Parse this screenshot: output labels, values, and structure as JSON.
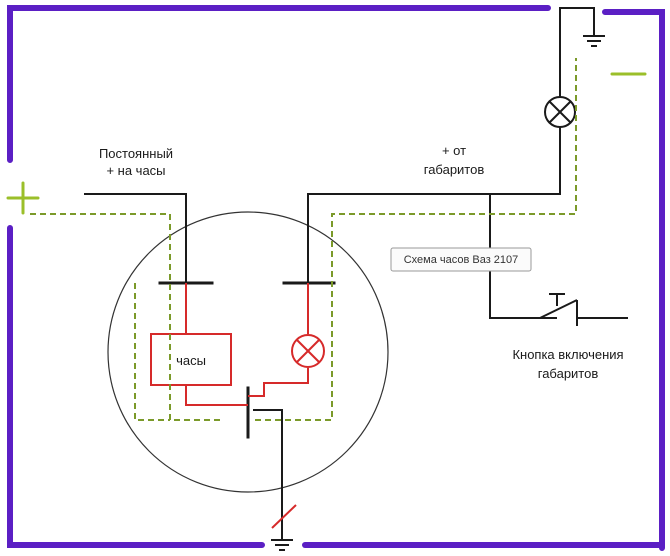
{
  "labels": {
    "constant_line1": "Постоянный",
    "constant_line2": "+ на часы",
    "lights_line1": "+ от",
    "lights_line2": "габаритов",
    "clock": "часы",
    "button_line1": "Кнопка включения",
    "button_line2": "габаритов",
    "tooltip": "Схема часов Ваз 2107"
  },
  "symbols": {
    "plus": "+",
    "minus": "—"
  },
  "colors": {
    "frame": "#5b1fc4",
    "wire": "#1a1a1a",
    "internal": "#d62a2a",
    "dashed": "#7b9a2a",
    "polarity": "#9bbf2a",
    "circle": "#333333"
  },
  "icons": [
    "lamp-icon",
    "ground-icon",
    "switch-icon"
  ]
}
